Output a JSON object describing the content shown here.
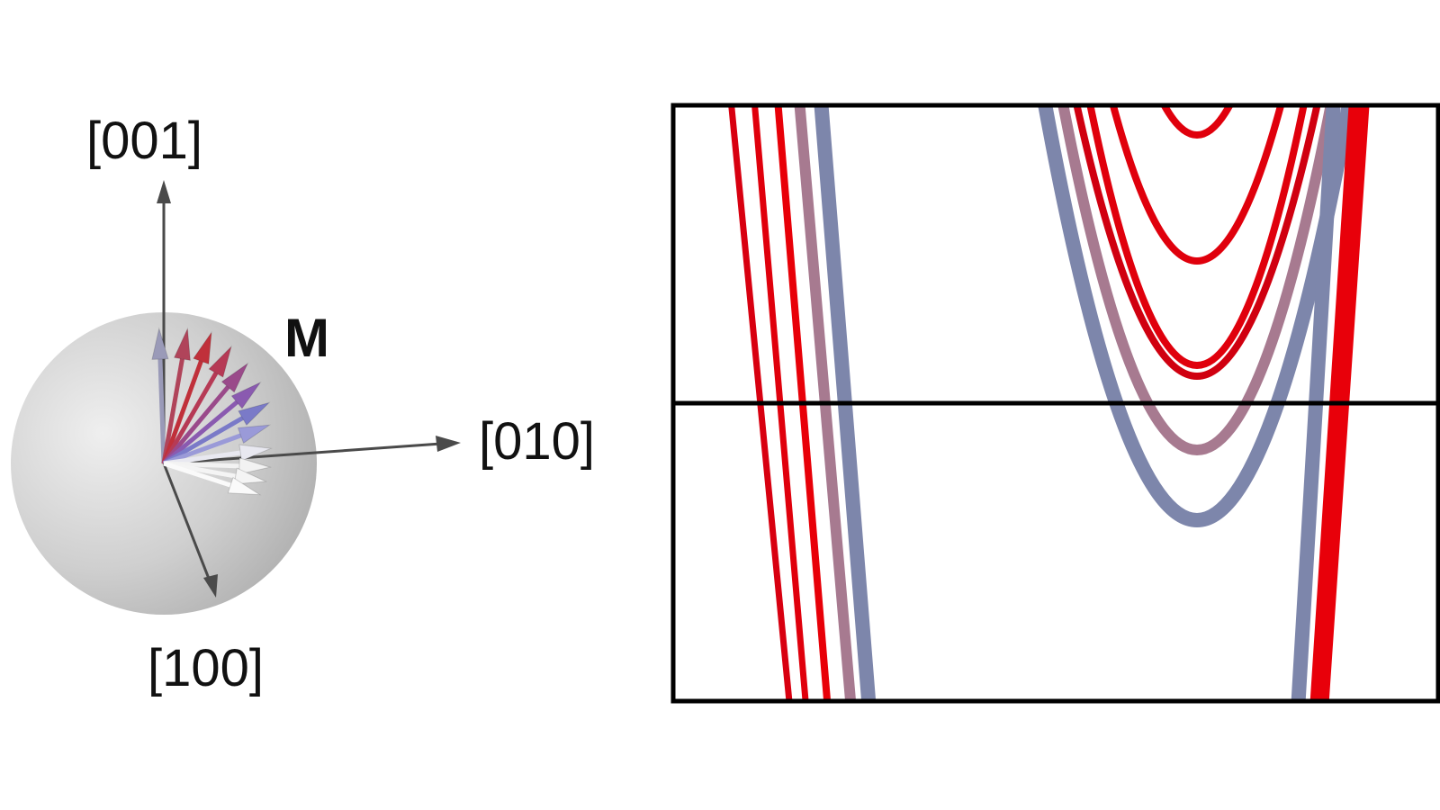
{
  "sphere_diagram": {
    "axes": {
      "z_label": "[001]",
      "y_label": "[010]",
      "x_label": "[100]"
    },
    "magnetization_label": "M",
    "colors": {
      "sphere_light": "#eeeeee",
      "sphere_dark": "#b5b5b5",
      "axis": "#4a4a4a",
      "arrow_red": "#c0303a",
      "arrow_blue": "#7a7ac8",
      "arrow_white": "#f2f2f2"
    }
  },
  "band_panel": {
    "colors": {
      "red": "#e8000a",
      "blue_grey": "#7d86ab",
      "mauve": "#a77a90",
      "frame": "#000000"
    },
    "curve_colors": [
      "#d80010",
      "#e0000c",
      "#e80008",
      "#a77a90",
      "#7d86ab"
    ],
    "parabola_colors": [
      "#e0000c",
      "#e0000c",
      "#e0000c",
      "#d00010",
      "#a77a90",
      "#7d86ab"
    ]
  }
}
